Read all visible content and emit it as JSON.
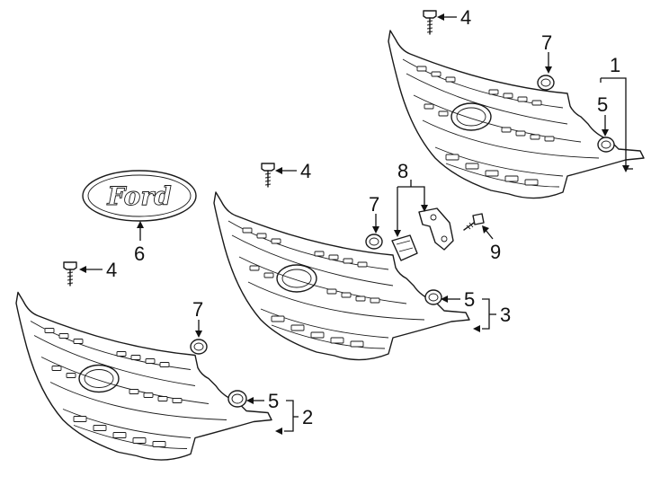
{
  "callouts": {
    "grille_assembly_top": "1",
    "grille_assembly_bottom": "2",
    "grille_assembly_middle": "3",
    "clip_top": "4",
    "clip_middle": "4",
    "clip_left": "4",
    "seal_top": "5",
    "seal_middle": "5",
    "seal_bottom": "5",
    "emblem": "6",
    "grommet_top": "7",
    "grommet_middle": "7",
    "grommet_left": "7",
    "bracket": "8",
    "bolt": "9"
  },
  "emblem_text": "Ford",
  "colors": {
    "line": "#1a1a1a",
    "background": "#ffffff"
  }
}
